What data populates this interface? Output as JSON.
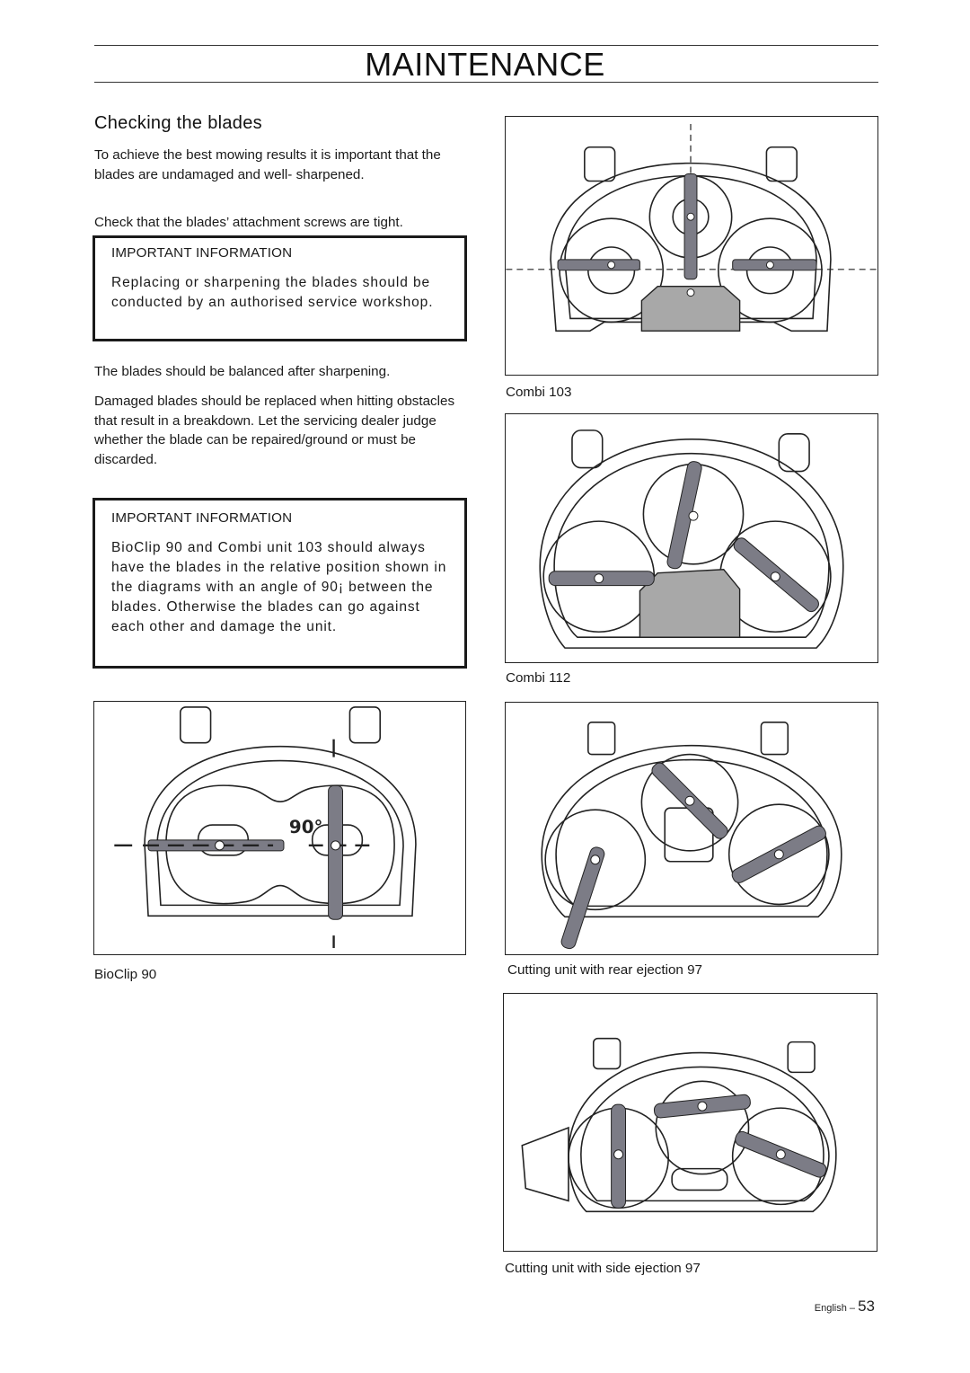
{
  "header": {
    "title": "MAINTENANCE"
  },
  "section": {
    "title": "Checking the blades",
    "para1": "To achieve the best mowing results it is important that the blades are undamaged and well- sharpened.",
    "para2": "Check that the blades’ attachment screws are tight.",
    "para3": "The blades should be balanced after sharpening.",
    "para4": "Damaged blades should be replaced when hitting obstacles that result in a breakdown. Let the servicing dealer judge whether the blade can be repaired/ground or must be discarded."
  },
  "info1": {
    "title": "IMPORTANT INFORMATION",
    "text": "Replacing or sharpening the blades should be conducted by an authorised service workshop."
  },
  "info2": {
    "title": "IMPORTANT INFORMATION",
    "text": "BioClip 90 and Combi unit 103 should always have the blades in the relative position shown in the diagrams with an angle of 90¡ between the blades. Otherwise the blades can go against each other and damage the unit."
  },
  "figures": {
    "bioclip": {
      "caption": "BioClip 90",
      "angle_label": "90°"
    },
    "combi103": {
      "caption": "Combi 103"
    },
    "combi112": {
      "caption": "Combi 112"
    },
    "rear97": {
      "caption": "Cutting unit with rear ejection 97"
    },
    "side97": {
      "caption": "Cutting unit with side ejection 97"
    }
  },
  "footer": {
    "language": "English – ",
    "page": "53"
  },
  "colors": {
    "blade": "#7c7c86",
    "plate": "#a8a8a8",
    "line": "#222222"
  }
}
